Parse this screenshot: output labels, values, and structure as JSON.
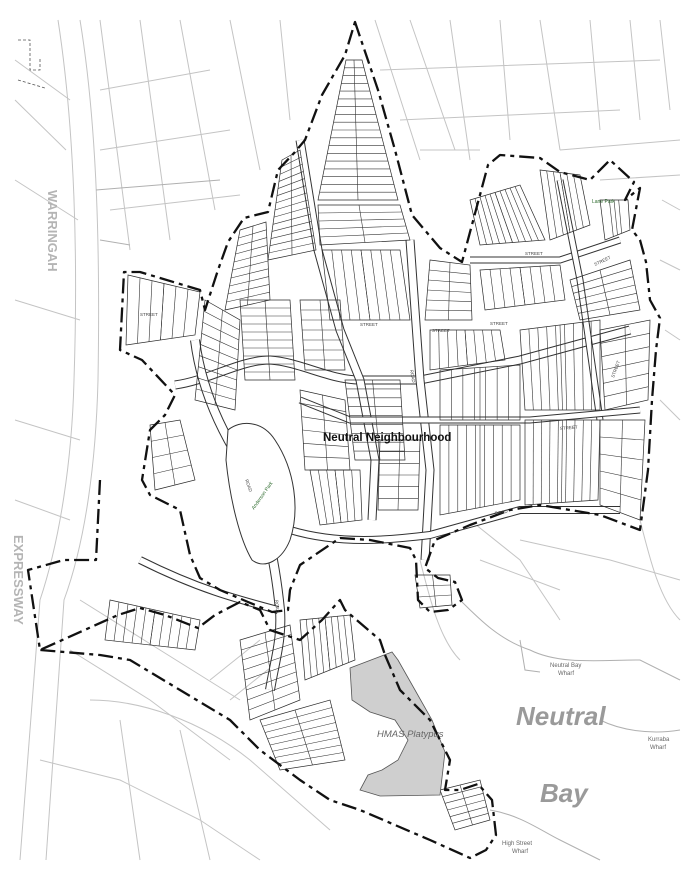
{
  "map": {
    "area_label": "Neutral Neighbourhood",
    "water_label_1": "Neutral",
    "water_label_2": "Bay",
    "road_label_1": "WARRINGAH",
    "road_label_2": "EXPRESSWAY",
    "site_label": "HMAS Platypus",
    "wharves": [
      {
        "line1": "Neutral Bay",
        "line2": "Wharf"
      },
      {
        "line1": "Kurraba",
        "line2": "Wharf"
      },
      {
        "line1": "High Street",
        "line2": "Wharf"
      }
    ],
    "street_labels": [
      "STREET",
      "STREET",
      "STREET",
      "STREET",
      "STREET",
      "STREET",
      "STREET",
      "STREET",
      "ROAD",
      "ROAD",
      "ROAD",
      "ROAD"
    ],
    "park_labels": [
      "Anderson Park",
      "Lane Park"
    ],
    "colors": {
      "site_fill": "#cfcfcf",
      "boundary": "#111111",
      "park_text": "#2e6b2e",
      "water_label": "#9a9a9a"
    }
  }
}
